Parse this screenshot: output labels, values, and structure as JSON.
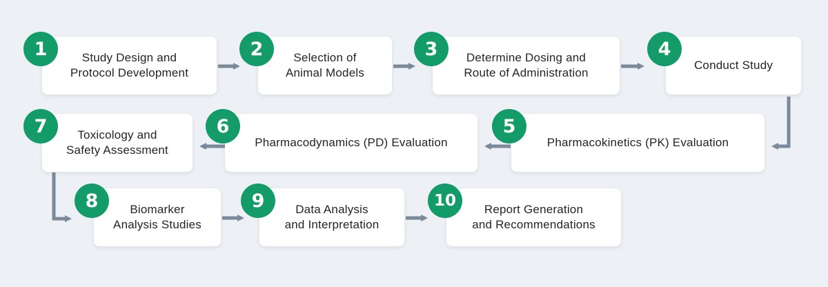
{
  "colors": {
    "background": "#edf0f4",
    "box": "#ffffff",
    "badge": "#139b6a",
    "arrow": "#7a8a9a",
    "text": "#1f2328"
  },
  "steps": [
    {
      "number": "1",
      "label": "Study Design and\nProtocol Development"
    },
    {
      "number": "2",
      "label": "Selection of\nAnimal Models"
    },
    {
      "number": "3",
      "label": "Determine Dosing and\nRoute of Administration"
    },
    {
      "number": "4",
      "label": "Conduct Study"
    },
    {
      "number": "5",
      "label": "Pharmacokinetics (PK) Evaluation"
    },
    {
      "number": "6",
      "label": "Pharmacodynamics (PD) Evaluation"
    },
    {
      "number": "7",
      "label": "Toxicology and\nSafety Assessment"
    },
    {
      "number": "8",
      "label": "Biomarker\nAnalysis Studies"
    },
    {
      "number": "9",
      "label": "Data Analysis\nand Interpretation"
    },
    {
      "number": "10",
      "label": "Report Generation\nand Recommendations"
    }
  ]
}
